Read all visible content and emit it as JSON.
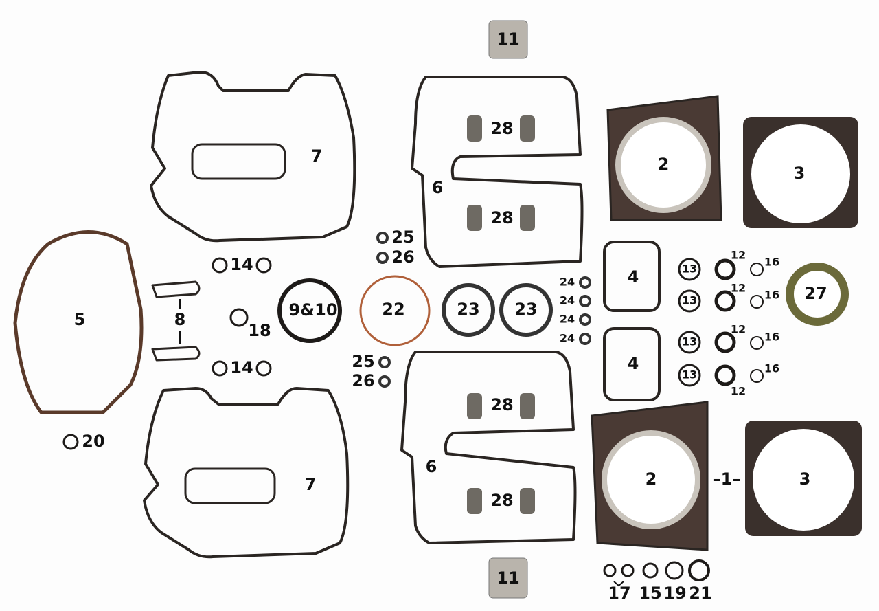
{
  "callouts": {
    "c11a": "11",
    "c11b": "11",
    "c7a": "7",
    "c7b": "7",
    "c6a": "6",
    "c6b": "6",
    "c28a": "28",
    "c28b": "28",
    "c28c": "28",
    "c28d": "28",
    "c2a": "2",
    "c2b": "2",
    "c3a": "3",
    "c3b": "3",
    "c1": "–1–",
    "c5": "5",
    "c8": "8",
    "c14a": "14",
    "c14b": "14",
    "c18": "18",
    "c9_10": "9&10",
    "c22": "22",
    "c23a": "23",
    "c23b": "23",
    "c25a": "25",
    "c26a": "26",
    "c25b": "25",
    "c26b": "26",
    "c24a": "24",
    "c24b": "24",
    "c24c": "24",
    "c24d": "24",
    "c4a": "4",
    "c4b": "4",
    "c13a": "13",
    "c13b": "13",
    "c13c": "13",
    "c13d": "13",
    "c12a": "12",
    "c12b": "12",
    "c12c": "12",
    "c12d": "12",
    "c16a": "16",
    "c16b": "16",
    "c16c": "16",
    "c16d": "16",
    "c27": "27",
    "c20": "20",
    "c17": "17",
    "c15": "15",
    "c19": "19",
    "c21": "21"
  },
  "colors": {
    "gasket": "#2a2522",
    "copper": "#a0522d",
    "seal": "#6b6a3a",
    "valve_seal": "#6e6a63"
  }
}
